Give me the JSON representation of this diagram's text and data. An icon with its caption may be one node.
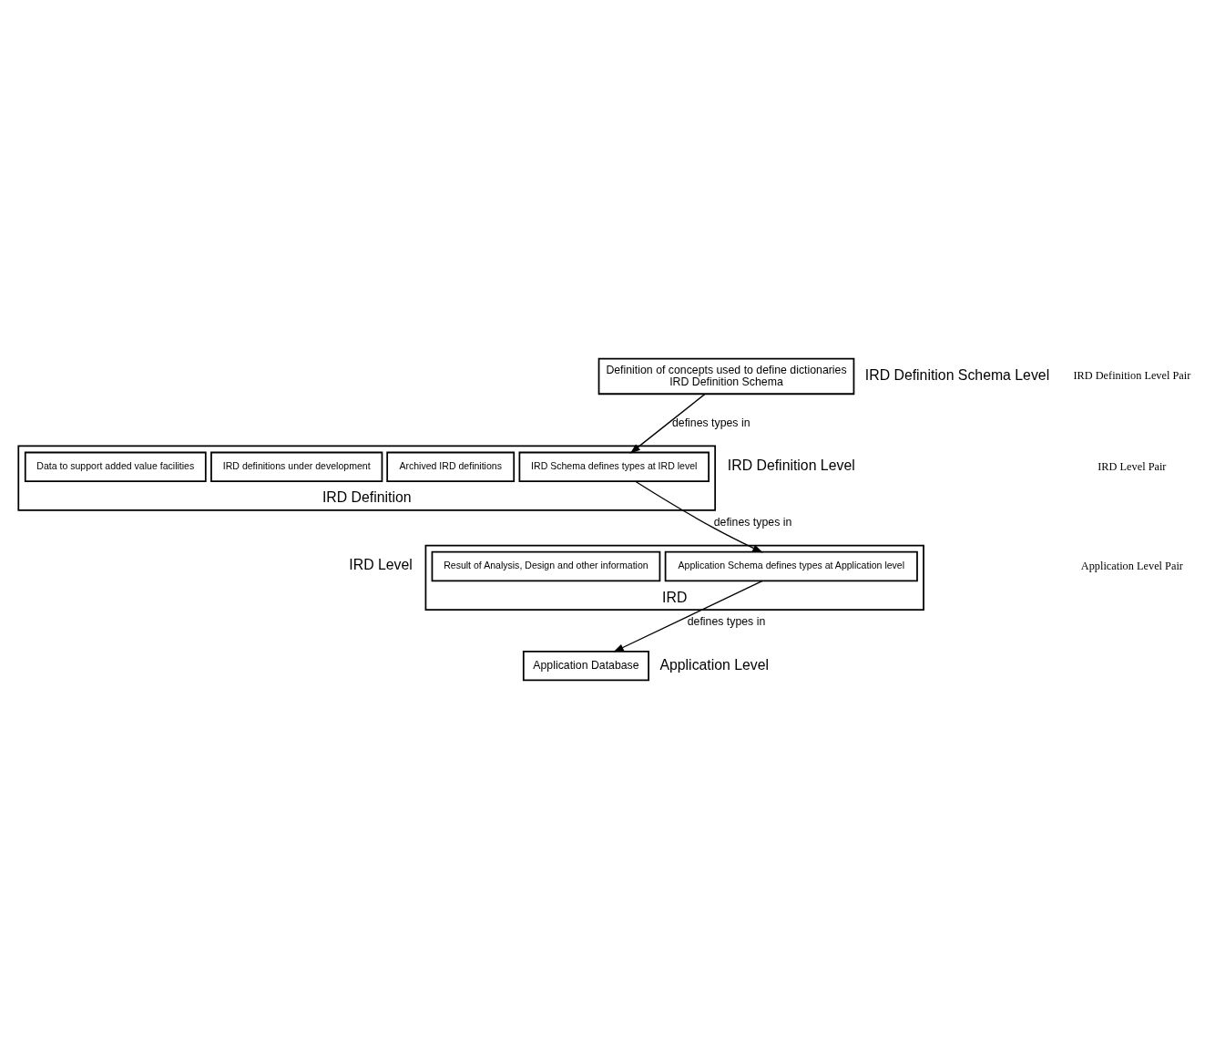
{
  "diagram": {
    "nodes": [
      {
        "text": [
          "Definition of concepts used to define dictionaries",
          "IRD Definition Schema"
        ],
        "beside": [
          "IRD Definition Schema Level"
        ]
      },
      {
        "text": [
          "IRD Definition"
        ],
        "beside": [
          "IRD Definition Level"
        ]
      },
      {
        "text": [
          "IRD Schema defines types at IRD level"
        ],
        "in": 1
      },
      {
        "text": [
          "Archived IRD definitions"
        ],
        "in": 1
      },
      {
        "text": [
          "IRD definitions under development"
        ],
        "in": 1
      },
      {
        "text": [
          "Data to support added value facilities"
        ],
        "in": 1
      },
      {
        "text": [
          "IRD"
        ],
        "beside": [
          "IRD Level"
        ]
      },
      {
        "text": [
          "Application Schema defines types at Application level"
        ],
        "in": 6
      },
      {
        "text": [
          "Result of Analysis, Design and other information"
        ],
        "in": 6
      },
      {
        "text": [
          "Application Database"
        ],
        "beside": [
          "Application Level"
        ]
      }
    ],
    "edges": [
      {
        "from": 0,
        "to": 2,
        "arrow": "to",
        "label": "defines types in"
      },
      {
        "from": 2,
        "to": 7,
        "arrow": "to",
        "label": "defines types in"
      },
      {
        "from": 7,
        "to": 9,
        "arrow": "to",
        "label": "defines types in"
      }
    ],
    "labels": [
      "IRD Definition Level Pair",
      "IRD Level Pair",
      "Application Level Pair"
    ]
  }
}
